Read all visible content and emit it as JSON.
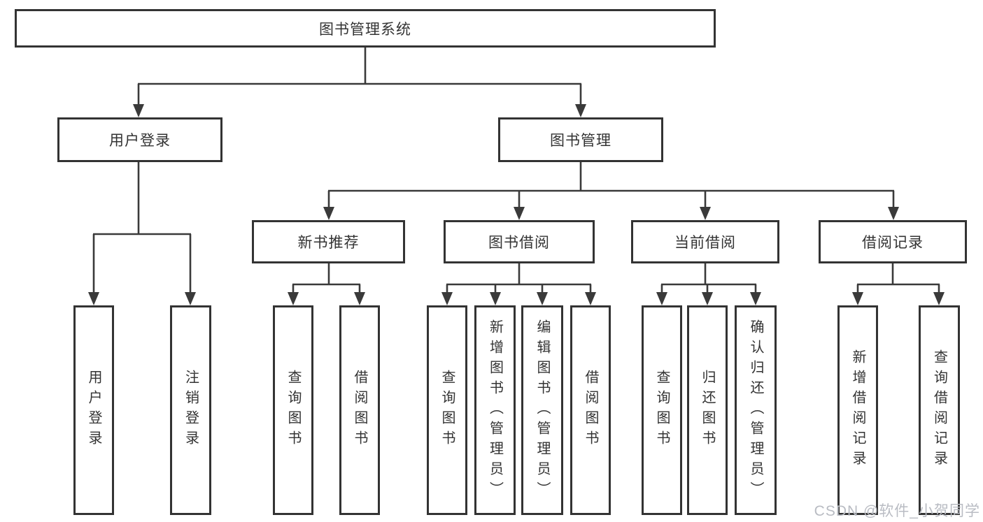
{
  "diagram_title": "图书管理系统",
  "tree": {
    "label": "图书管理系统",
    "children": [
      {
        "label": "用户登录",
        "children": [
          {
            "label": "用户登录"
          },
          {
            "label": "注销登录"
          }
        ]
      },
      {
        "label": "图书管理",
        "children": [
          {
            "label": "新书推荐",
            "children": [
              {
                "label": "查询图书"
              },
              {
                "label": "借阅图书"
              }
            ]
          },
          {
            "label": "图书借阅",
            "children": [
              {
                "label": "查询图书"
              },
              {
                "label": "新增图书（管理员）"
              },
              {
                "label": "编辑图书（管理员）"
              },
              {
                "label": "借阅图书"
              }
            ]
          },
          {
            "label": "当前借阅",
            "children": [
              {
                "label": "查询图书"
              },
              {
                "label": "归还图书"
              },
              {
                "label": "确认归还（管理员）"
              }
            ]
          },
          {
            "label": "借阅记录",
            "children": [
              {
                "label": "新增借阅记录"
              },
              {
                "label": "查询借阅记录"
              }
            ]
          }
        ]
      }
    ]
  },
  "watermark": "CSDN @软件_小贺同学",
  "colors": {
    "line": "#3a3a3a",
    "box_border": "#333333",
    "background": "#ffffff",
    "watermark": "#b9bcc3"
  }
}
